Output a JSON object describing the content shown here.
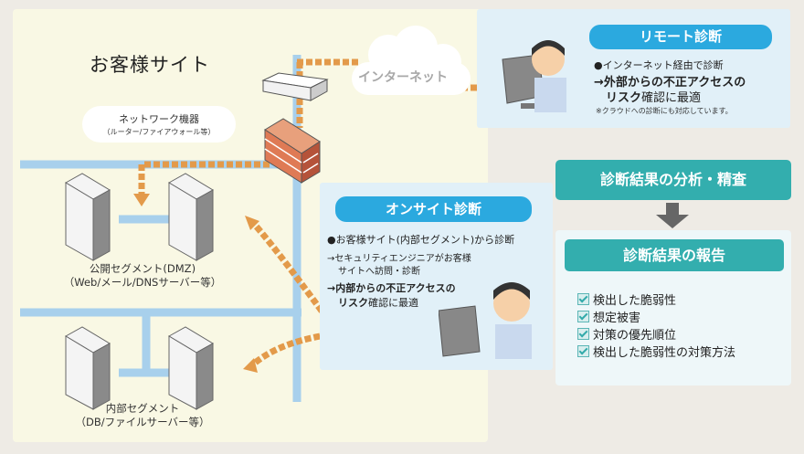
{
  "site": {
    "title": "お客様サイト",
    "network_device_bubble": {
      "line1": "ネットワーク機器",
      "line2": "（ルーター/ファイアウォール等）"
    },
    "dmz_segment": {
      "line1": "公開セグメント(DMZ)",
      "line2": "（Web/メール/DNSサーバー等）"
    },
    "internal_segment": {
      "line1": "内部セグメント",
      "line2": "（DB/ファイルサーバー等）"
    }
  },
  "internet": {
    "label": "インターネット"
  },
  "remote": {
    "title": "リモート診断",
    "bullet": "●インターネット経由で診断",
    "point_bold_1": "→外部からの不正アクセスの",
    "point_bold_2": "リスク",
    "point_normal_2": "確認に最適",
    "note": "※クラウドへの診断にも対応しています。"
  },
  "onsite": {
    "title": "オンサイト診断",
    "bullet": "●お客様サイト(内部セグメント)から診断",
    "arrow1_line1": "→セキュリティエンジニアがお客様",
    "arrow1_line2": "サイトへ訪問・診断",
    "point_bold_1": "→内部からの不正アクセスの",
    "point_bold_2": "リスク",
    "point_normal_2": "確認に最適"
  },
  "analysis": {
    "title": "診断結果の分析・精査"
  },
  "report": {
    "title": "診断結果の報告",
    "items": [
      "検出した脆弱性",
      "想定被害",
      "対策の優先順位",
      "検出した脆弱性の対策方法"
    ]
  },
  "colors": {
    "accent_blue": "#2ba9df",
    "teal": "#33aeae",
    "dash_orange": "#e39a4a",
    "network_line": "#a8d0ec"
  }
}
